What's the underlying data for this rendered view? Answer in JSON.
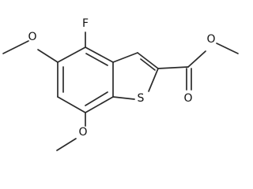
{
  "structure": {
    "atoms": {
      "f": "F",
      "s": "S",
      "o_methoxy_5": "O",
      "o_methoxy_7": "O",
      "o_carbonyl": "O",
      "o_ester": "O"
    }
  }
}
